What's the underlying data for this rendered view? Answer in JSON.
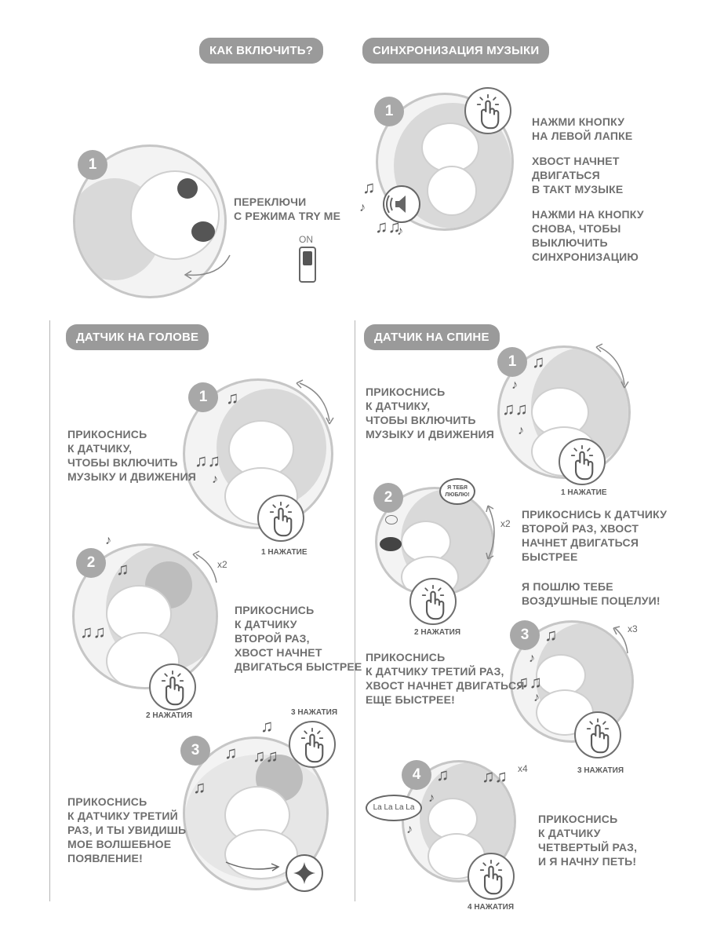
{
  "sections": {
    "how_to_turn_on": "КАК ВКЛЮЧИТЬ?",
    "music_sync": "СИНХРОНИЗАЦИЯ МУЗЫКИ",
    "head_sensor": "ДАТЧИК НА ГОЛОВЕ",
    "back_sensor": "ДАТЧИК НА СПИНЕ"
  },
  "turn_on": {
    "step": "1",
    "text": "ПЕРЕКЛЮЧИ\nС РЕЖИМА TRY ME",
    "switch_label": "ON"
  },
  "music": {
    "step": "1",
    "text1": "НАЖМИ КНОПКУ\nНА ЛЕВОЙ ЛАПКЕ",
    "text2": "ХВОСТ НАЧНЕТ\nДВИГАТЬСЯ\nВ ТАКТ МУЗЫКЕ",
    "text3": "НАЖМИ НА КНОПКУ\nСНОВА, ЧТОБЫ\nВЫКЛЮЧИТЬ\nСИНХРОНИЗАЦИЮ"
  },
  "head": {
    "s1": {
      "num": "1",
      "text": "ПРИКОСНИСЬ\nК ДАТЧИКУ,\nЧТОБЫ ВКЛЮЧИТЬ\nМУЗЫКУ И ДВИЖЕНИЯ",
      "presses": "1 НАЖАТИЕ"
    },
    "s2": {
      "num": "2",
      "text": "ПРИКОСНИСЬ\nК ДАТЧИКУ\nВТОРОЙ РАЗ,\nХВОСТ НАЧНЕТ\nДВИГАТЬСЯ БЫСТРЕЕ",
      "presses": "2 НАЖАТИЯ",
      "mult": "x2"
    },
    "s3": {
      "num": "3",
      "text": "ПРИКОСНИСЬ\nК ДАТЧИКУ ТРЕТИЙ\nРАЗ, И ТЫ УВИДИШЬ\nМОЕ ВОЛШЕБНОЕ\nПОЯВЛЕНИЕ!",
      "presses": "3 НАЖАТИЯ"
    }
  },
  "back": {
    "s1": {
      "num": "1",
      "text": "ПРИКОСНИСЬ\nК ДАТЧИКУ,\nЧТОБЫ ВКЛЮЧИТЬ\nМУЗЫКУ И ДВИЖЕНИЯ",
      "presses": "1 НАЖАТИЕ"
    },
    "s2": {
      "num": "2",
      "text": "ПРИКОСНИСЬ К ДАТЧИКУ\nВТОРОЙ РАЗ, ХВОСТ\nНАЧНЕТ ДВИГАТЬСЯ\nБЫСТРЕЕ",
      "text2": "Я ПОШЛЮ ТЕБЕ\nВОЗДУШНЫЕ ПОЦЕЛУИ!",
      "bubble": "Я ТЕБЯ\nЛЮБЛЮ!",
      "presses": "2 НАЖАТИЯ",
      "mult": "x2"
    },
    "s3": {
      "num": "3",
      "text": "ПРИКОСНИСЬ\nК ДАТЧИКУ ТРЕТИЙ РАЗ,\nХВОСТ НАЧНЕТ ДВИГАТЬСЯ\nЕЩЕ БЫСТРЕЕ!",
      "presses": "3 НАЖАТИЯ",
      "mult": "x3"
    },
    "s4": {
      "num": "4",
      "text": "ПРИКОСНИСЬ\nК ДАТЧИКУ\nЧЕТВЕРТЫЙ РАЗ,\nИ Я НАЧНУ ПЕТЬ!",
      "bubble": "La La La La",
      "presses": "4 НАЖАТИЯ",
      "mult": "x4"
    }
  }
}
